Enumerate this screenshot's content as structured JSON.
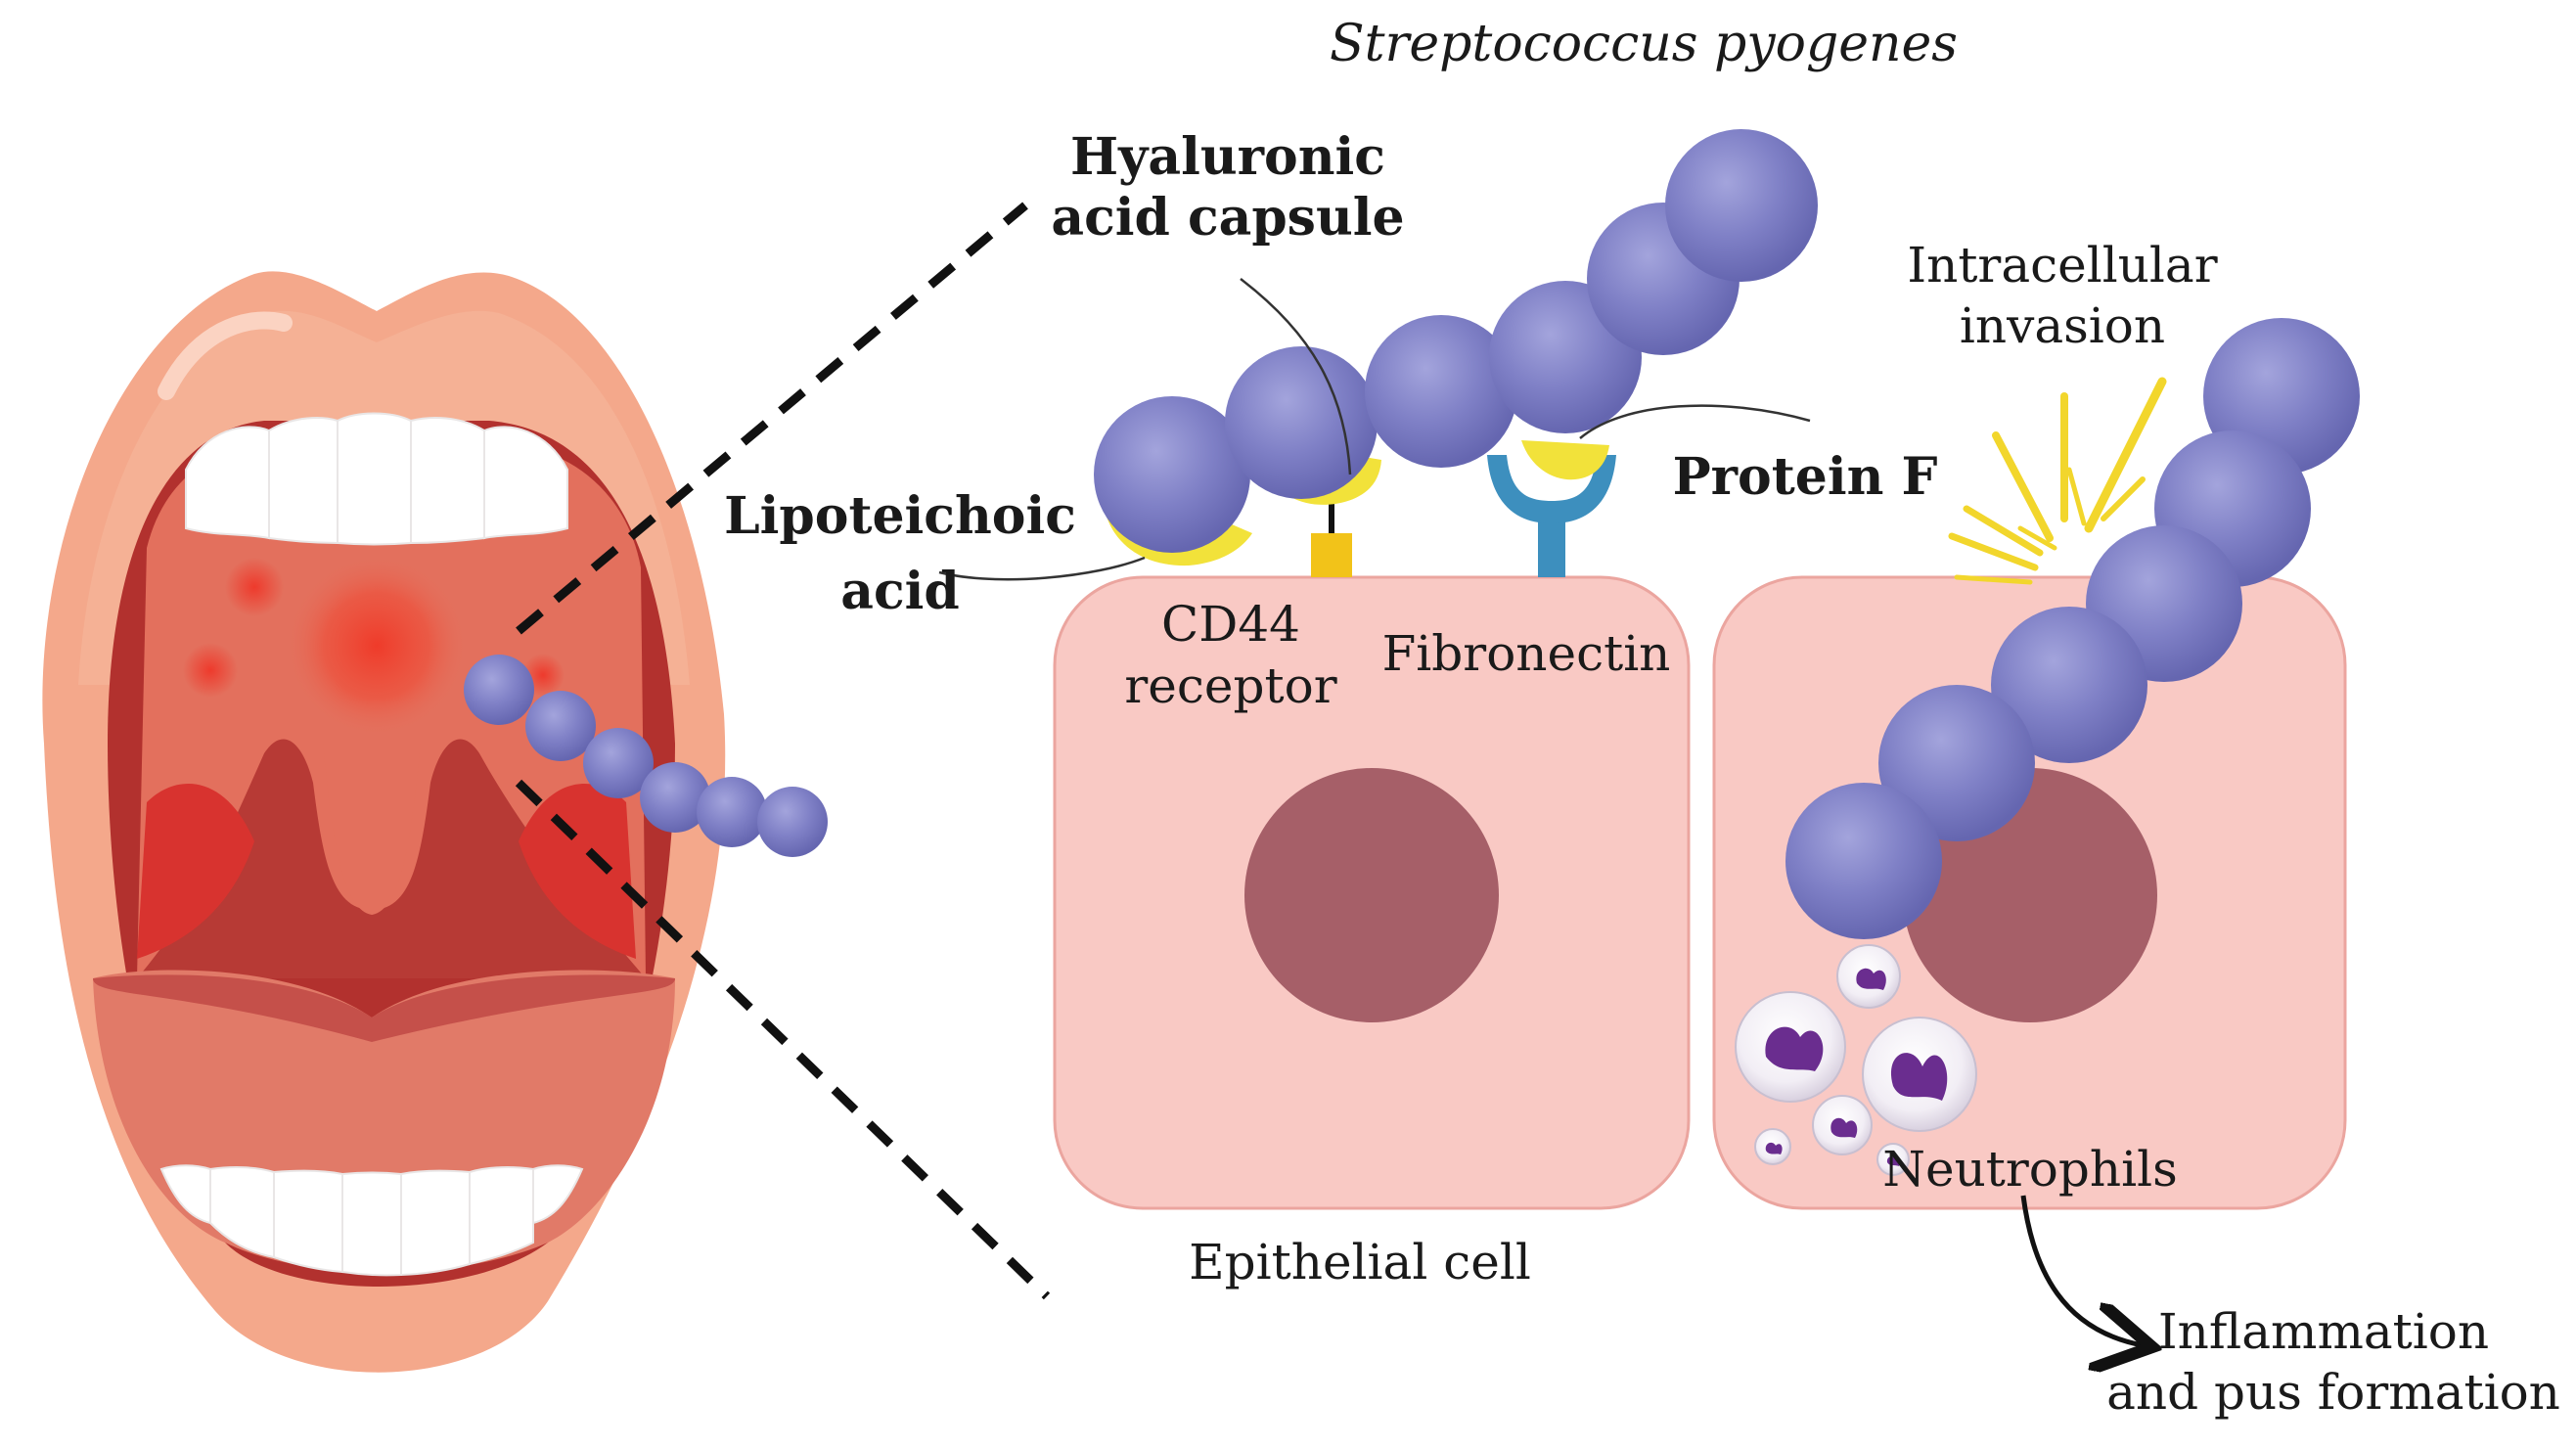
{
  "species": "Streptococcus pyogenes",
  "labels": {
    "hyaluronic_line1": "Hyaluronic",
    "hyaluronic_line2": "acid capsule",
    "intracellular_line1": "Intracellular",
    "intracellular_line2": "invasion",
    "protein_f": "Protein F",
    "lipoteichoic_line1": "Lipoteichoic",
    "lipoteichoic_line2": "acid",
    "cd44_line1": "CD44",
    "cd44_line2": "receptor",
    "fibronectin": "Fibronectin",
    "epithelial_cell": "Epithelial cell",
    "neutrophils": "Neutrophils",
    "inflammation_line1": "Inflammation",
    "inflammation_line2": "and pus formation"
  },
  "colors": {
    "bacterium": "#7d7ec4",
    "bacterium_highlight": "#9fa0d8",
    "capsule_yellow": "#f2e23a",
    "cell_fill": "#f9c9c4",
    "nucleus": "#a65f68",
    "fibronectin_receptor": "#3d8fbe",
    "mouth_lips": "#f3a98c",
    "throat": "#d9574a"
  }
}
